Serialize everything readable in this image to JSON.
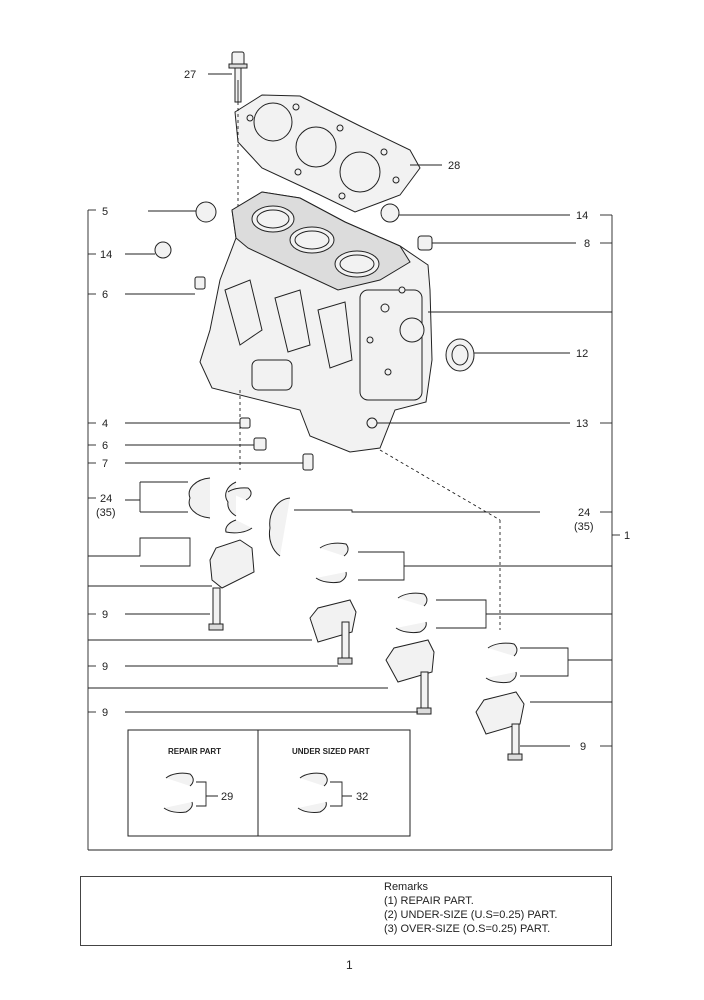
{
  "callouts": {
    "c27": "27",
    "c28": "28",
    "c5": "5",
    "c14_left": "14",
    "c6_upper": "6",
    "c4": "4",
    "c6_lower": "6",
    "c7": "7",
    "c24_left": "24",
    "c35_left": "(35)",
    "c9_a": "9",
    "c9_b": "9",
    "c9_c": "9",
    "c14_right": "14",
    "c8": "8",
    "c12": "12",
    "c13": "13",
    "c24_right": "24",
    "c35_right": "(35)",
    "c1": "1",
    "c9_right": "9",
    "c29": "29",
    "c32": "32"
  },
  "inset": {
    "repair_title": "REPAIR PART",
    "undersized_title": "UNDER SIZED PART"
  },
  "remarks": {
    "title": "Remarks",
    "lines": [
      "(1) REPAIR PART.",
      "(2) UNDER-SIZE (U.S=0.25) PART.",
      "(3) OVER-SIZE (O.S=0.25) PART."
    ]
  },
  "page_number": "1"
}
